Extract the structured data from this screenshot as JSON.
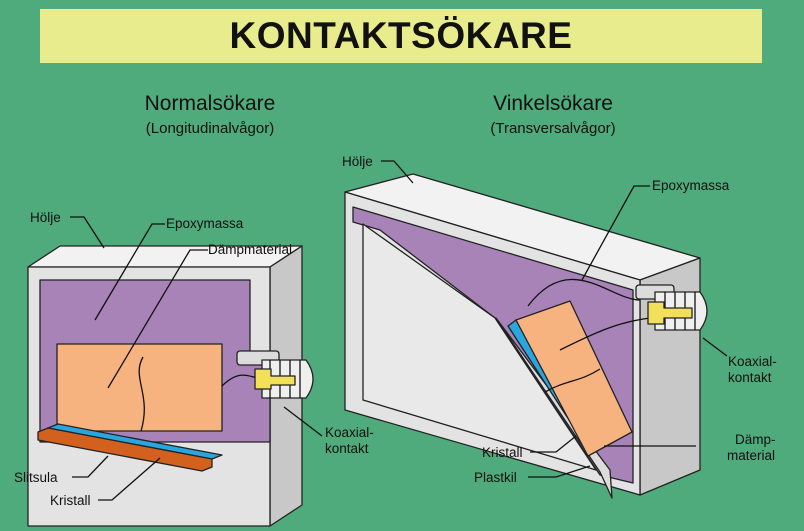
{
  "title": "KONTAKTSÖKARE",
  "left": {
    "heading": "Normalsökare",
    "subheading": "(Longitudinalvågor)",
    "labels": {
      "housing": "Hölje",
      "epoxy": "Epoxymassa",
      "damping": "Dämpmaterial",
      "slit": "Slitsula",
      "crystal": "Kristall",
      "coax_line1": "Koaxial-",
      "coax_line2": "kontakt"
    }
  },
  "right": {
    "heading": "Vinkelsökare",
    "subheading": "(Transversalvågor)",
    "labels": {
      "housing": "Hölje",
      "epoxy": "Epoxymassa",
      "coax_line1": "Koaxial-",
      "coax_line2": "kontakt",
      "damping_line1": "Dämp-",
      "damping_line2": "material",
      "crystal": "Kristall",
      "wedge": "Plastkil"
    }
  },
  "colors": {
    "background": "#4faa7c",
    "title_banner": "#e8ec8c",
    "housing_front": "#e2e3e2",
    "housing_top": "#f2f2f2",
    "housing_side": "#c7c8c7",
    "epoxy": "#a783b8",
    "damping": "#f6b27f",
    "crystal": "#2aa6de",
    "slit_sole": "#d2601e",
    "connector": "#efefef",
    "pin": "#f2e05a"
  }
}
